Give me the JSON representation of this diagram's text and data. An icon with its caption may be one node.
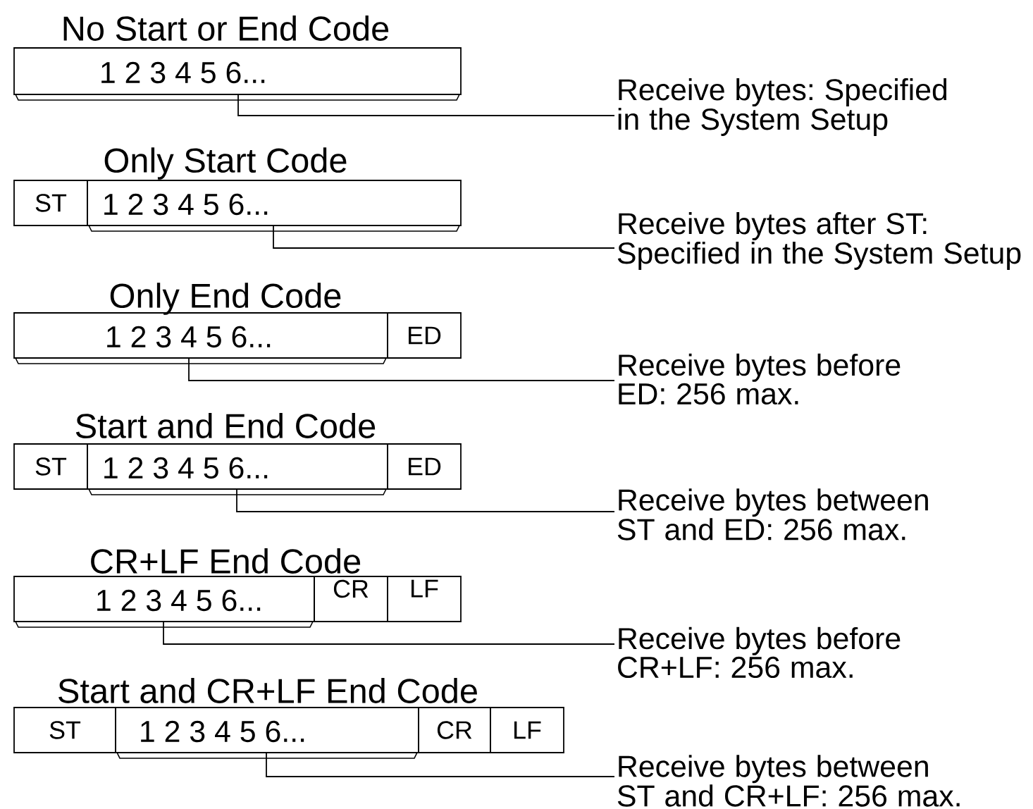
{
  "diagram": {
    "nodes": [
      {
        "text": [
          "1 2 3 4 5 6..."
        ]
      },
      {
        "text": [
          "Receive bytes: Specified in the System Setup"
        ]
      },
      {
        "text": [
          "ST"
        ]
      },
      {
        "text": [
          "1 2 3 4 5 6..."
        ]
      },
      {
        "text": [
          "Receive bytes after ST: Specified in the System Setup"
        ]
      },
      {
        "text": [
          "1 2 3 4 5 6..."
        ]
      },
      {
        "text": [
          "ED"
        ]
      },
      {
        "text": [
          "Receive bytes before ED: 256 max."
        ]
      },
      {
        "text": [
          "ST"
        ]
      },
      {
        "text": [
          "1 2 3 4 5 6..."
        ]
      },
      {
        "text": [
          "ED"
        ]
      },
      {
        "text": [
          "Receive bytes between ST and ED: 256 max."
        ]
      },
      {
        "text": [
          "1 2 3 4 5 6..."
        ]
      },
      {
        "text": [
          "CR"
        ]
      },
      {
        "text": [
          "LF"
        ]
      },
      {
        "text": [
          "Receive bytes before CR+LF: 256 max."
        ]
      },
      {
        "text": [
          "ST"
        ]
      },
      {
        "text": [
          "1 2 3 4 5 6..."
        ]
      },
      {
        "text": [
          "CR"
        ]
      },
      {
        "text": [
          "LF"
        ]
      },
      {
        "text": [
          "Receive bytes between ST and CR+LF: 256 max."
        ]
      }
    ],
    "edges": [
      {
        "from": 1,
        "to": 0,
        "arrow": "none"
      },
      {
        "from": 4,
        "to": 3,
        "arrow": "none"
      },
      {
        "from": 7,
        "to": 5,
        "arrow": "none"
      },
      {
        "from": 11,
        "to": 9,
        "arrow": "none"
      },
      {
        "from": 15,
        "to": 12,
        "arrow": "none"
      },
      {
        "from": 20,
        "to": 17,
        "arrow": "none"
      }
    ],
    "labels": [
      "No Start or End Code",
      "Only Start Code",
      "Only End Code",
      "Start and End Code",
      "CR+LF End Code",
      "Start and CR+LF End Code"
    ]
  }
}
